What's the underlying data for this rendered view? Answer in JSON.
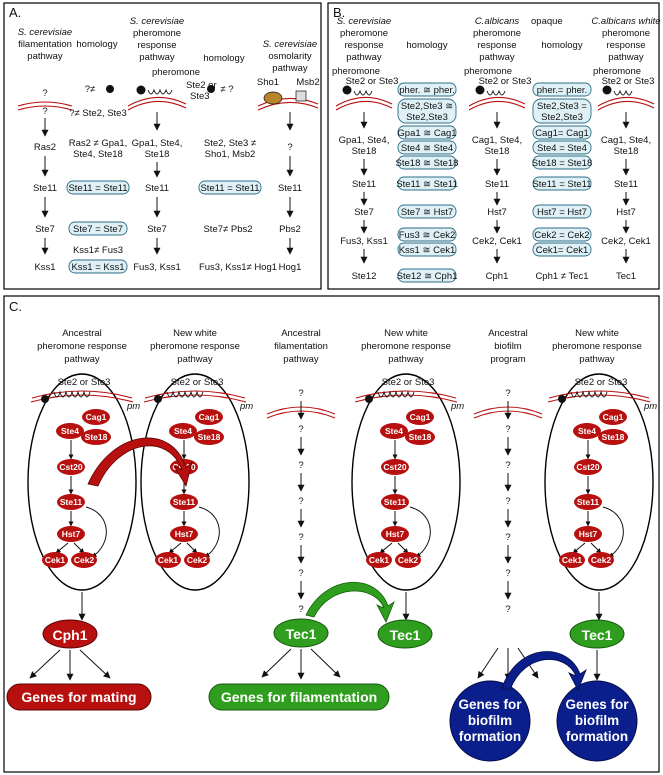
{
  "panelA": {
    "label": "A.",
    "col1": {
      "title1": "S. cerevisiae",
      "title2": "filamentation",
      "title3": "pathway",
      "nodes": [
        "?",
        "?",
        "Ras2",
        "Ste11",
        "Ste7",
        "Kss1"
      ]
    },
    "hom1": {
      "title": "homology",
      "items": [
        "?≠",
        "?≠ Ste2, Ste3",
        "Ras2 ≠ Gpa1,",
        "Ste4, Ste18",
        "Ste11 = Ste11",
        "Ste7 = Ste7",
        "Kss1≠ Fus3",
        "Kss1 = Kss1"
      ]
    },
    "col2": {
      "title1": "S. cerevisiae",
      "title2": "pheromone",
      "title3": "response",
      "title4": "pathway",
      "pheromone": "pheromone",
      "receptor": "Ste2 or",
      "receptor2": "Ste3",
      "nodes": [
        "Gpa1, Ste4,",
        "Ste18",
        "Ste11",
        "Ste7",
        "Fus3, Kss1"
      ]
    },
    "hom2": {
      "title": "homology",
      "items": [
        "≠ ?",
        "Ste2, Ste3 ≠",
        "Sho1, Msb2",
        "Ste11 = Ste11",
        "Ste7≠ Pbs2",
        "Fus3, Kss1≠ Hog1"
      ]
    },
    "col3": {
      "title1": "S. cerevisiae",
      "title2": "osmolarity",
      "title3": "pathway",
      "sho": "Sho1",
      "msb": "Msb2",
      "nodes": [
        "?",
        "Ste11",
        "Pbs2",
        "Hog1"
      ]
    }
  },
  "panelB": {
    "label": "B.",
    "col1": {
      "title1": "S. cerevisiae",
      "title2": "pheromone",
      "title3": "response",
      "title4": "pathway",
      "pheromone": "pheromone",
      "receptor": "Ste2 or Ste3",
      "nodes": [
        "Gpa1, Ste4,",
        "Ste18",
        "Ste11",
        "Ste7",
        "Fus3, Kss1",
        "Ste12"
      ]
    },
    "hom1": {
      "title": "homology",
      "items": [
        "pher. ≅ pher.",
        "Ste2,Ste3 ≅",
        "Ste2,Ste3",
        "Gpa1 ≅ Cag1",
        "Ste4 ≅ Ste4",
        "Ste18 ≅ Ste18",
        "Ste11 ≅ Ste11",
        "Ste7 ≅ Hst7",
        "Fus3 ≅ Cek2",
        "Kss1 ≅ Cek1",
        "Ste12 ≅ Cph1"
      ]
    },
    "col2": {
      "title1": "C.albicans",
      "title1b": "opaque",
      "title2": "pheromone",
      "title3": "response",
      "title4": "pathway",
      "pheromone": "pheromone",
      "receptor": "Ste2 or Ste3",
      "nodes": [
        "Cag1, Ste4,",
        "Ste18",
        "Ste11",
        "Hst7",
        "Cek2, Cek1",
        "Cph1"
      ]
    },
    "hom2": {
      "title": "homology",
      "items": [
        "pher.= pher.",
        "Ste2,Ste3 =",
        "Ste2,Ste3",
        "Cag1= Cag1",
        "Ste4 = Ste4",
        "Ste18 = Ste18",
        "Ste11 = Ste11",
        "Hst7 = Hst7",
        "Cek2 = Cek2",
        "Cek1= Cek1",
        "Cph1 ≠ Tec1"
      ]
    },
    "col3": {
      "title1": "C.albicans white",
      "title2": "pheromone",
      "title3": "response",
      "title4": "pathway",
      "pheromone": "pheromone",
      "receptor": "Ste2 or Ste3",
      "nodes": [
        "Cag1, Ste4,",
        "Ste18",
        "Ste11",
        "Hst7",
        "Cek2, Cek1",
        "Tec1"
      ]
    }
  },
  "panelC": {
    "label": "C.",
    "titles": [
      [
        "Ancestral",
        "pheromone response",
        "pathway"
      ],
      [
        "New white",
        "pheromone response",
        "pathway"
      ],
      [
        "Ancestral",
        "filamentation",
        "pathway"
      ],
      [
        "New white",
        "pheromone response",
        "pathway"
      ],
      [
        "Ancestral",
        "biofilm",
        "program"
      ],
      [
        "New white",
        "pheromone response",
        "pathway"
      ]
    ],
    "cell": {
      "receptor": "Ste2 or Ste3",
      "membrane": "pm",
      "proteins": [
        "Cag1",
        "Ste4",
        "Ste18",
        "Cst20",
        "Ste11",
        "Hst7",
        "Cek1",
        "Cek2"
      ]
    },
    "question": "?",
    "tf": [
      "Cph1",
      "Tec1",
      "Tec1",
      "Tec1"
    ],
    "targets": {
      "mating": "Genes for mating",
      "filamentation": "Genes for filamentation",
      "biofilm1": "Genes for",
      "biofilm2": "biofilm",
      "biofilm3": "formation"
    },
    "colors": {
      "red": "#b80f0f",
      "green": "#2f9e1e",
      "blue": "#0b1f8c",
      "pill": "#dff1f6"
    }
  }
}
